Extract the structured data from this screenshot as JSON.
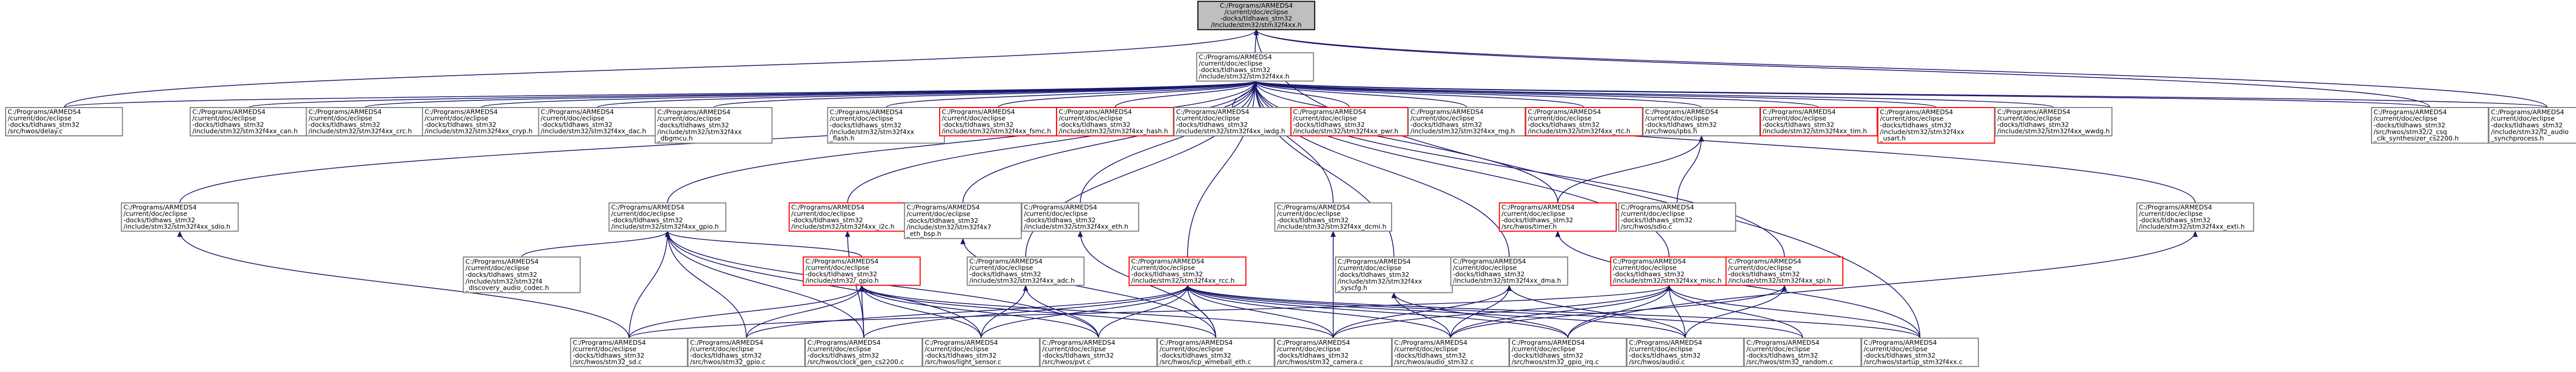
{
  "colors": {
    "edge": "#191970",
    "node_border": "#7f7f7f",
    "root_fill": "#bfbfbf",
    "red_border": "#ff0000"
  },
  "nodes": [
    {
      "id": "root",
      "lines": [
        "C:/Programs/ARMEDS4",
        "/current/doc/eclipse",
        "-docks/tldhaws_stm32",
        "/Include/stm32/stm32f4xx.h"
      ],
      "style": "root"
    },
    {
      "id": "hal",
      "lines": [
        "C:/Programs/ARMEDS4",
        "/current/doc/eclipse",
        "-docks/tldhaws_stm32",
        "/include/stm32/stm32f4xx.h"
      ],
      "style": "normal"
    },
    {
      "id": "n1",
      "lines": [
        "C:/Programs/ARMEDS4",
        "/current/doc/eclipse",
        "-docks/tldhaws_stm32",
        "/src/hwos/delay.c"
      ],
      "style": "normal"
    },
    {
      "id": "n2",
      "lines": [
        "C:/Programs/ARMEDS4",
        "/current/doc/eclipse",
        "-docks/tldhaws_stm32",
        "/include/stm32/stm32f4xx_can.h"
      ],
      "style": "normal"
    },
    {
      "id": "n3",
      "lines": [
        "C:/Programs/ARMEDS4",
        "/current/doc/eclipse",
        "-docks/tldhaws_stm32",
        "/include/stm32/stm32f4xx_crc.h"
      ],
      "style": "normal"
    },
    {
      "id": "n4",
      "lines": [
        "C:/Programs/ARMEDS4",
        "/current/doc/eclipse",
        "-docks/tldhaws_stm32",
        "/include/stm32/stm32f4xx_cryp.h"
      ],
      "style": "normal"
    },
    {
      "id": "n5",
      "lines": [
        "C:/Programs/ARMEDS4",
        "/current/doc/eclipse",
        "-docks/tldhaws_stm32",
        "/include/stm32/stm32f4xx_dac.h"
      ],
      "style": "normal"
    },
    {
      "id": "n6",
      "lines": [
        "C:/Programs/ARMEDS4",
        "/current/doc/eclipse",
        "-docks/tldhaws_stm32",
        "/include/stm32/stm32f4xx",
        "_dbgmcu.h"
      ],
      "style": "normal"
    },
    {
      "id": "n7",
      "lines": [
        "C:/Programs/ARMEDS4",
        "/current/doc/eclipse",
        "-docks/tldhaws_stm32",
        "/include/stm32/stm32f4xx",
        "_flash.h"
      ],
      "style": "normal"
    },
    {
      "id": "n8",
      "lines": [
        "C:/Programs/ARMEDS4",
        "/current/doc/eclipse",
        "-docks/tldhaws_stm32",
        "/include/stm32/stm32f4xx_fsmc.h"
      ],
      "style": "red"
    },
    {
      "id": "n9",
      "lines": [
        "C:/Programs/ARMEDS4",
        "/current/doc/eclipse",
        "-docks/tldhaws_stm32",
        "/include/stm32/stm32f4xx_hash.h"
      ],
      "style": "red"
    },
    {
      "id": "n10",
      "lines": [
        "C:/Programs/ARMEDS4",
        "/current/doc/eclipse",
        "-docks/tldhaws_stm32",
        "/include/stm32/stm32f4xx_iwdg.h"
      ],
      "style": "normal"
    },
    {
      "id": "n11",
      "lines": [
        "C:/Programs/ARMEDS4",
        "/current/doc/eclipse",
        "-docks/tldhaws_stm32",
        "/include/stm32/stm32f4xx_pwr.h"
      ],
      "style": "red"
    },
    {
      "id": "n12",
      "lines": [
        "C:/Programs/ARMEDS4",
        "/current/doc/eclipse",
        "-docks/tldhaws_stm32",
        "/include/stm32/stm32f4xx_rng.h"
      ],
      "style": "normal"
    },
    {
      "id": "n13",
      "lines": [
        "C:/Programs/ARMEDS4",
        "/current/doc/eclipse",
        "-docks/tldhaws_stm32",
        "/include/stm32/stm32f4xx_rtc.h"
      ],
      "style": "red"
    },
    {
      "id": "n14",
      "lines": [
        "C:/Programs/ARMEDS4",
        "/current/doc/eclipse",
        "-docks/tldhaws_stm32",
        "/src/hwos/ipbs.h"
      ],
      "style": "normal"
    },
    {
      "id": "n15",
      "lines": [
        "C:/Programs/ARMEDS4",
        "/current/doc/eclipse",
        "-docks/tldhaws_stm32",
        "/include/stm32/stm32f4xx_tim.h"
      ],
      "style": "red"
    },
    {
      "id": "n16",
      "lines": [
        "C:/Programs/ARMEDS4",
        "/current/doc/eclipse",
        "-docks/tldhaws_stm32",
        "/include/stm32/stm32f4xx",
        "_usart.h"
      ],
      "style": "red"
    },
    {
      "id": "n17",
      "lines": [
        "C:/Programs/ARMEDS4",
        "/current/doc/eclipse",
        "-docks/tldhaws_stm32",
        "/include/stm32/stm32f4xx_wwdg.h"
      ],
      "style": "normal"
    },
    {
      "id": "n18",
      "lines": [
        "C:/Programs/ARMEDS4",
        "/current/doc/eclipse",
        "-docks/tldhaws_stm32",
        "/src/hwos/stm32/2_csq",
        "_clk_synthesizer_cs2200.h"
      ],
      "style": "normal"
    },
    {
      "id": "n19",
      "lines": [
        "C:/Programs/ARMEDS4",
        "/current/doc/eclipse",
        "-docks/tldhaws_stm32",
        "/include/stm32/f2_audio",
        "_synchprocess.h"
      ],
      "style": "normal"
    },
    {
      "id": "m1",
      "lines": [
        "C:/Programs/ARMEDS4",
        "/current/doc/eclipse",
        "-docks/tldhaws_stm32",
        "/include/stm32/stm32f4xx_sdio.h"
      ],
      "style": "normal"
    },
    {
      "id": "m2",
      "lines": [
        "C:/Programs/ARMEDS4",
        "/current/doc/eclipse",
        "-docks/tldhaws_stm32",
        "/include/stm32/stm32f4xx_gpio.h"
      ],
      "style": "normal"
    },
    {
      "id": "m3",
      "lines": [
        "C:/Programs/ARMEDS4",
        "/current/doc/eclipse",
        "-docks/tldhaws_stm32",
        "/include/stm32/stm32f4xx_i2c.h"
      ],
      "style": "red"
    },
    {
      "id": "m4",
      "lines": [
        "C:/Programs/ARMEDS4",
        "/current/doc/eclipse",
        "-docks/tldhaws_stm32",
        "/include/stm32/stm32f4x7",
        "_eth_bsp.h"
      ],
      "style": "normal"
    },
    {
      "id": "m5",
      "lines": [
        "C:/Programs/ARMEDS4",
        "/current/doc/eclipse",
        "-docks/tldhaws_stm32",
        "/include/stm32/stm32f4xx_eth.h"
      ],
      "style": "normal"
    },
    {
      "id": "m6",
      "lines": [
        "C:/Programs/ARMEDS4",
        "/current/doc/eclipse",
        "-docks/tldhaws_stm32",
        "/include/stm32/stm32f4xx_dcmi.h"
      ],
      "style": "normal"
    },
    {
      "id": "m7",
      "lines": [
        "C:/Programs/ARMEDS4",
        "/current/doc/eclipse",
        "-docks/tldhaws_stm32",
        "/src/hwos/timer.h"
      ],
      "style": "red"
    },
    {
      "id": "m8",
      "lines": [
        "C:/Programs/ARMEDS4",
        "/current/doc/eclipse",
        "-docks/tldhaws_stm32",
        "/src/hwos/sdio.c"
      ],
      "style": "normal"
    },
    {
      "id": "m9",
      "lines": [
        "C:/Programs/ARMEDS4",
        "/current/doc/eclipse",
        "-docks/tldhaws_stm32",
        "/include/stm32/stm32f4xx_exti.h"
      ],
      "style": "normal"
    },
    {
      "id": "l1",
      "lines": [
        "C:/Programs/ARMEDS4",
        "/current/doc/eclipse",
        "-docks/tldhaws_stm32",
        "/include/stm32/stm32f4",
        "_discovery_audio_codec.h"
      ],
      "style": "normal"
    },
    {
      "id": "l2",
      "lines": [
        "C:/Programs/ARMEDS4",
        "/current/doc/eclipse",
        "-docks/tldhaws_stm32",
        "/include/stm32/_gpio.h"
      ],
      "style": "red"
    },
    {
      "id": "l3",
      "lines": [
        "C:/Programs/ARMEDS4",
        "/current/doc/eclipse",
        "-docks/tldhaws_stm32",
        "/include/stm32/stm32f4xx_adc.h"
      ],
      "style": "normal"
    },
    {
      "id": "l4",
      "lines": [
        "C:/Programs/ARMEDS4",
        "/current/doc/eclipse",
        "-docks/tldhaws_stm32",
        "/include/stm32/stm32f4xx_rcc.h"
      ],
      "style": "red"
    },
    {
      "id": "l5",
      "lines": [
        "C:/Programs/ARMEDS4",
        "/current/doc/eclipse",
        "-docks/tldhaws_stm32",
        "/include/stm32/stm32f4xx",
        "_syscfg.h"
      ],
      "style": "normal"
    },
    {
      "id": "l6",
      "lines": [
        "C:/Programs/ARMEDS4",
        "/current/doc/eclipse",
        "-docks/tldhaws_stm32",
        "/include/stm32/stm32f4xx_dma.h"
      ],
      "style": "normal"
    },
    {
      "id": "l7",
      "lines": [
        "C:/Programs/ARMEDS4",
        "/current/doc/eclipse",
        "-docks/tldhaws_stm32",
        "/include/stm32/stm32f4xx_misc.h"
      ],
      "style": "red"
    },
    {
      "id": "l8",
      "lines": [
        "C:/Programs/ARMEDS4",
        "/current/doc/eclipse",
        "-docks/tldhaws_stm32",
        "/include/stm32/stm32f4xx_spi.h"
      ],
      "style": "red"
    },
    {
      "id": "b1",
      "lines": [
        "C:/Programs/ARMEDS4",
        "/current/doc/eclipse",
        "-docks/tldhaws_stm32",
        "/src/hwos/stm32_sd.c"
      ],
      "style": "normal"
    },
    {
      "id": "b2",
      "lines": [
        "C:/Programs/ARMEDS4",
        "/current/doc/eclipse",
        "-docks/tldhaws_stm32",
        "/src/hwos/stm32_gpio.c"
      ],
      "style": "normal"
    },
    {
      "id": "b3",
      "lines": [
        "C:/Programs/ARMEDS4",
        "/current/doc/eclipse",
        "-docks/tldhaws_stm32",
        "/src/hwos/clock_gen_cs2200.c"
      ],
      "style": "normal"
    },
    {
      "id": "b4",
      "lines": [
        "C:/Programs/ARMEDS4",
        "/current/doc/eclipse",
        "-docks/tldhaws_stm32",
        "/src/hwos/light_sensor.c"
      ],
      "style": "normal"
    },
    {
      "id": "b5",
      "lines": [
        "C:/Programs/ARMEDS4",
        "/current/doc/eclipse",
        "-docks/tldhaws_stm32",
        "/src/hwos/pvt.c"
      ],
      "style": "normal"
    },
    {
      "id": "b6",
      "lines": [
        "C:/Programs/ARMEDS4",
        "/current/doc/eclipse",
        "-docks/tldhaws_stm32",
        "/src/hwos/lcp_wmeball_eth.c"
      ],
      "style": "normal"
    },
    {
      "id": "b7",
      "lines": [
        "C:/Programs/ARMEDS4",
        "/current/doc/eclipse",
        "-docks/tldhaws_stm32",
        "/src/hwos/stm32_camera.c"
      ],
      "style": "normal"
    },
    {
      "id": "b8",
      "lines": [
        "C:/Programs/ARMEDS4",
        "/current/doc/eclipse",
        "-docks/tldhaws_stm32",
        "/src/hwos/audio_stm32.c"
      ],
      "style": "normal"
    },
    {
      "id": "b9",
      "lines": [
        "C:/Programs/ARMEDS4",
        "/current/doc/eclipse",
        "-docks/tldhaws_stm32",
        "/src/hwos/stm32_gpio_irq.c"
      ],
      "style": "normal"
    },
    {
      "id": "b10",
      "lines": [
        "C:/Programs/ARMEDS4",
        "/current/doc/eclipse",
        "-docks/tldhaws_stm32",
        "/src/hwos/audio.c"
      ],
      "style": "normal"
    },
    {
      "id": "b11",
      "lines": [
        "C:/Programs/ARMEDS4",
        "/current/doc/eclipse",
        "-docks/tldhaws_stm32",
        "/src/hwos/stm32_random.c"
      ],
      "style": "normal"
    },
    {
      "id": "b12",
      "lines": [
        "C:/Programs/ARMEDS4",
        "/current/doc/eclipse",
        "-docks/tldhaws_stm32",
        "/src/hwos/startup_stm32f4xx.c"
      ],
      "style": "normal"
    }
  ],
  "edges": [
    [
      "hal",
      "root"
    ],
    [
      "n1",
      "root"
    ],
    [
      "n18",
      "root"
    ],
    [
      "n19",
      "root"
    ],
    [
      "b12",
      "root"
    ],
    [
      "n1",
      "hal"
    ],
    [
      "n2",
      "hal"
    ],
    [
      "n3",
      "hal"
    ],
    [
      "n4",
      "hal"
    ],
    [
      "n5",
      "hal"
    ],
    [
      "n6",
      "hal"
    ],
    [
      "n7",
      "hal"
    ],
    [
      "n8",
      "hal"
    ],
    [
      "n9",
      "hal"
    ],
    [
      "n10",
      "hal"
    ],
    [
      "n11",
      "hal"
    ],
    [
      "n12",
      "hal"
    ],
    [
      "n13",
      "hal"
    ],
    [
      "n14",
      "hal"
    ],
    [
      "n15",
      "hal"
    ],
    [
      "n16",
      "hal"
    ],
    [
      "n17",
      "hal"
    ],
    [
      "n18",
      "hal"
    ],
    [
      "n19",
      "hal"
    ],
    [
      "m1",
      "hal"
    ],
    [
      "m2",
      "hal"
    ],
    [
      "m3",
      "hal"
    ],
    [
      "m4",
      "hal"
    ],
    [
      "m5",
      "hal"
    ],
    [
      "m6",
      "hal"
    ],
    [
      "m7",
      "hal"
    ],
    [
      "m9",
      "hal"
    ],
    [
      "l3",
      "hal"
    ],
    [
      "l4",
      "hal"
    ],
    [
      "l5",
      "hal"
    ],
    [
      "l6",
      "hal"
    ],
    [
      "l7",
      "hal"
    ],
    [
      "l8",
      "hal"
    ],
    [
      "m7",
      "n14"
    ],
    [
      "m8",
      "n14"
    ],
    [
      "b12",
      "m7"
    ],
    [
      "l1",
      "m2"
    ],
    [
      "l2",
      "m2"
    ],
    [
      "b1",
      "m2"
    ],
    [
      "b2",
      "m2"
    ],
    [
      "b3",
      "m2"
    ],
    [
      "b4",
      "m2"
    ],
    [
      "b5",
      "m2"
    ],
    [
      "b3",
      "m3"
    ],
    [
      "b6",
      "m4"
    ],
    [
      "b6",
      "m5"
    ],
    [
      "b7",
      "m6"
    ],
    [
      "b1",
      "l2"
    ],
    [
      "b2",
      "l2"
    ],
    [
      "b3",
      "l2"
    ],
    [
      "b4",
      "l2"
    ],
    [
      "b5",
      "l2"
    ],
    [
      "b6",
      "l2"
    ],
    [
      "b7",
      "l2"
    ],
    [
      "b4",
      "l3"
    ],
    [
      "b5",
      "l3"
    ],
    [
      "b2",
      "l4"
    ],
    [
      "b3",
      "l4"
    ],
    [
      "b4",
      "l4"
    ],
    [
      "b5",
      "l4"
    ],
    [
      "b6",
      "l4"
    ],
    [
      "b7",
      "l4"
    ],
    [
      "b8",
      "l4"
    ],
    [
      "b9",
      "l4"
    ],
    [
      "b10",
      "l4"
    ],
    [
      "b11",
      "l4"
    ],
    [
      "b12",
      "l4"
    ],
    [
      "b8",
      "l5"
    ],
    [
      "b9",
      "l5"
    ],
    [
      "b8",
      "l6"
    ],
    [
      "b10",
      "l6"
    ],
    [
      "b7",
      "l6"
    ],
    [
      "b1",
      "l7"
    ],
    [
      "b7",
      "l7"
    ],
    [
      "b8",
      "l7"
    ],
    [
      "b9",
      "l7"
    ],
    [
      "b10",
      "l7"
    ],
    [
      "b11",
      "l7"
    ],
    [
      "b12",
      "l7"
    ],
    [
      "b10",
      "l8"
    ],
    [
      "b8",
      "l8"
    ],
    [
      "b9",
      "m9"
    ],
    [
      "b1",
      "m1"
    ]
  ]
}
